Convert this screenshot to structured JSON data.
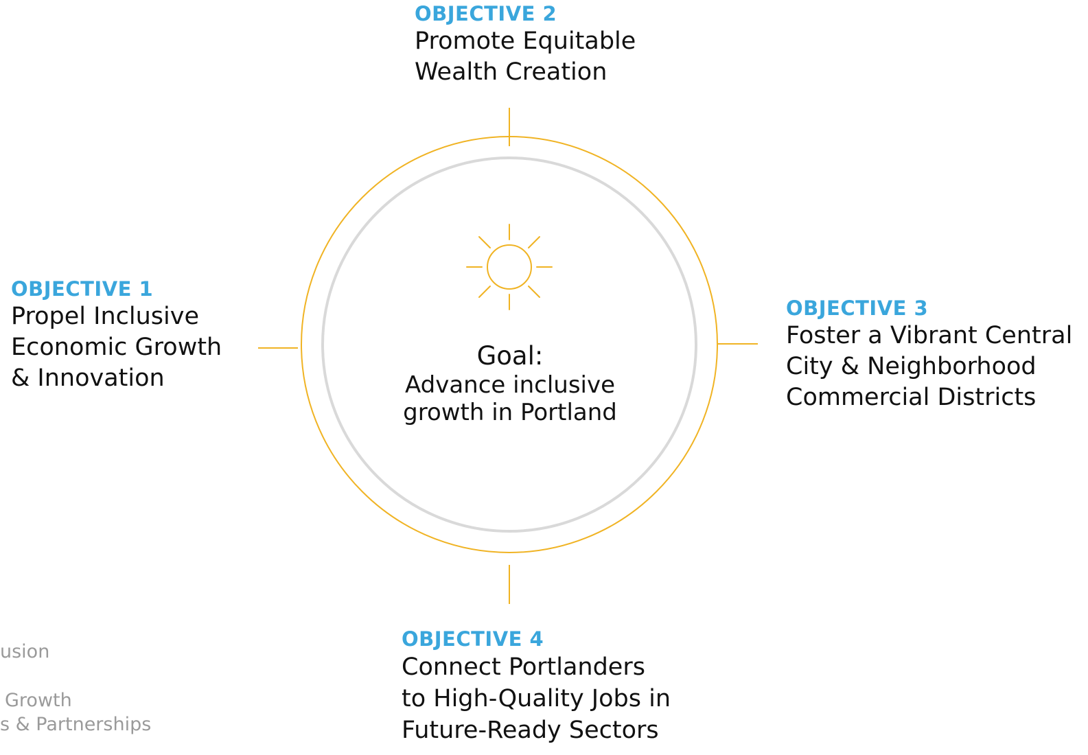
{
  "goal": {
    "label": "Goal:",
    "text_line1": "Advance inclusive",
    "text_line2": "growth in Portland",
    "icon": "sun-icon"
  },
  "objectives": [
    {
      "title": "OBJECTIVE 1",
      "lines": [
        "Propel Inclusive",
        "Economic Growth",
        "& Innovation"
      ]
    },
    {
      "title": "OBJECTIVE 2",
      "lines": [
        "Promote Equitable",
        "Wealth Creation"
      ]
    },
    {
      "title": "OBJECTIVE 3",
      "lines": [
        "Foster a Vibrant Central",
        "City & Neighborhood",
        "Commercial Districts"
      ]
    },
    {
      "title": "OBJECTIVE 4",
      "lines": [
        "Connect Portlanders",
        "to High-Quality Jobs in",
        "Future-Ready Sectors"
      ]
    }
  ],
  "cutoff_text": [
    "usion",
    "Growth",
    "s & Partnerships"
  ],
  "colors": {
    "accent_blue": "#3aa6dc",
    "ring_gold": "#f0b323",
    "ring_gray": "#d9d9d9",
    "text": "#111111",
    "muted": "#9a9a9a"
  }
}
